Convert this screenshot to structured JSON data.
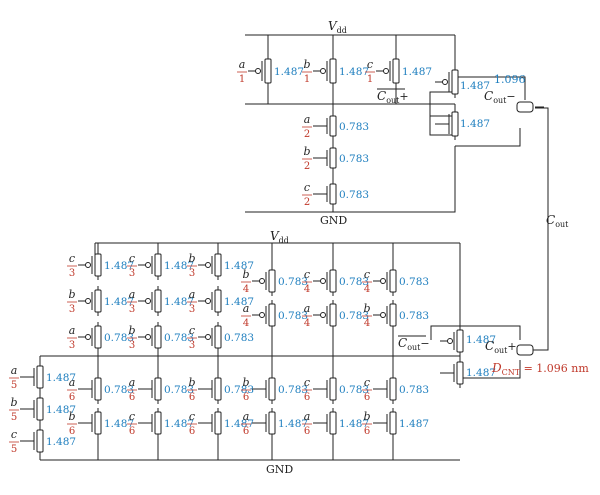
{
  "labels": {
    "vdd_main": "V",
    "vdd_sub": "dd",
    "gnd": "GND",
    "cout_main": "C",
    "cout_sub": "out",
    "minus": "−",
    "plus": "+",
    "dcnt_main": "D",
    "dcnt_sub": "CNT",
    "dcnt_value": " = 1.096 nm",
    "cap_value": "1.096"
  },
  "colors": {
    "wire": "#222222",
    "value": "#1f7fbf",
    "index": "#c0392b",
    "gate_letter": "#222222"
  },
  "top_circuit": {
    "pullup": [
      {
        "letter": "a",
        "index": "1",
        "width": "1.487"
      },
      {
        "letter": "b",
        "index": "1",
        "width": "1.487"
      },
      {
        "letter": "c",
        "index": "1",
        "width": "1.487"
      }
    ],
    "pulldown": [
      {
        "letter": "a",
        "index": "2",
        "width": "0.783"
      },
      {
        "letter": "b",
        "index": "2",
        "width": "0.783"
      },
      {
        "letter": "c",
        "index": "2",
        "width": "0.783"
      }
    ],
    "inverter": [
      "1.487",
      "1.487"
    ]
  },
  "bottom_circuit": {
    "pullup_columns": [
      [
        {
          "letter": "c",
          "index": "3",
          "width": "1.487"
        },
        {
          "letter": "b",
          "index": "3",
          "width": "1.487"
        },
        {
          "letter": "a",
          "index": "3",
          "width": "0.783"
        }
      ],
      [
        {
          "letter": "c",
          "index": "3",
          "width": "1.487"
        },
        {
          "letter": "a",
          "index": "3",
          "width": "1.487"
        },
        {
          "letter": "b",
          "index": "3",
          "width": "0.783"
        }
      ],
      [
        {
          "letter": "b",
          "index": "3",
          "width": "1.487"
        },
        {
          "letter": "a",
          "index": "3",
          "width": "1.487"
        },
        {
          "letter": "c",
          "index": "3",
          "width": "0.783"
        }
      ]
    ],
    "pullup_pairs": [
      [
        {
          "letter": "b",
          "index": "4",
          "width": "0.783"
        },
        {
          "letter": "a",
          "index": "4",
          "width": "0.783"
        }
      ],
      [
        {
          "letter": "c",
          "index": "4",
          "width": "0.783"
        },
        {
          "letter": "a",
          "index": "4",
          "width": "0.783"
        }
      ],
      [
        {
          "letter": "c",
          "index": "4",
          "width": "0.783"
        },
        {
          "letter": "b",
          "index": "4",
          "width": "0.783"
        }
      ]
    ],
    "pulldown_left": [
      {
        "letter": "a",
        "index": "5",
        "width": "1.487"
      },
      {
        "letter": "b",
        "index": "5",
        "width": "1.487"
      },
      {
        "letter": "c",
        "index": "5",
        "width": "1.487"
      }
    ],
    "pulldown_pairs": [
      [
        {
          "letter": "a",
          "index": "6",
          "width": "0.783"
        },
        {
          "letter": "b",
          "index": "6",
          "width": "1.487"
        }
      ],
      [
        {
          "letter": "a",
          "index": "6",
          "width": "0.783"
        },
        {
          "letter": "c",
          "index": "6",
          "width": "1.487"
        }
      ],
      [
        {
          "letter": "b",
          "index": "6",
          "width": "0.783"
        },
        {
          "letter": "c",
          "index": "6",
          "width": "1.487"
        }
      ],
      [
        {
          "letter": "b",
          "index": "6",
          "width": "0.783"
        },
        {
          "letter": "a",
          "index": "6",
          "width": "1.487"
        }
      ],
      [
        {
          "letter": "c",
          "index": "6",
          "width": "0.783"
        },
        {
          "letter": "a",
          "index": "6",
          "width": "1.487"
        }
      ],
      [
        {
          "letter": "c",
          "index": "6",
          "width": "0.783"
        },
        {
          "letter": "b",
          "index": "6",
          "width": "1.487"
        }
      ]
    ],
    "inverter": [
      "1.487",
      "1.487"
    ]
  }
}
